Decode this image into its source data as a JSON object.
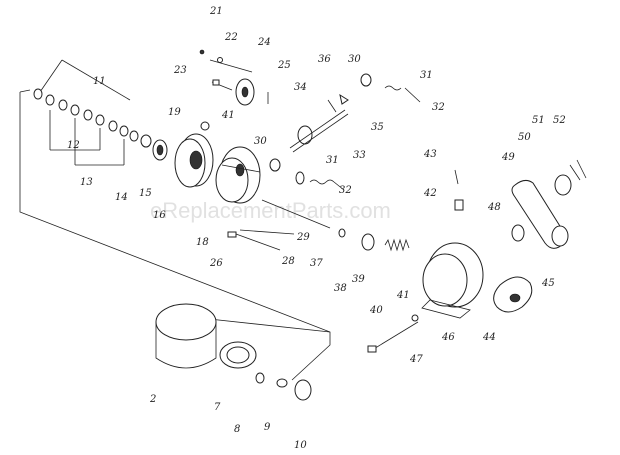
{
  "diagram": {
    "watermark": "eReplacementParts.com",
    "labels": [
      "21",
      "22",
      "24",
      "23",
      "25",
      "36",
      "30",
      "31",
      "32",
      "34",
      "35",
      "33",
      "11",
      "12",
      "13",
      "14",
      "15",
      "16",
      "19",
      "41",
      "30",
      "31",
      "32",
      "43",
      "42",
      "49",
      "50",
      "51",
      "52",
      "48",
      "18",
      "26",
      "29",
      "28",
      "37",
      "38",
      "39",
      "40",
      "41",
      "44",
      "45",
      "46",
      "47",
      "2",
      "7",
      "8",
      "9",
      "10"
    ]
  }
}
